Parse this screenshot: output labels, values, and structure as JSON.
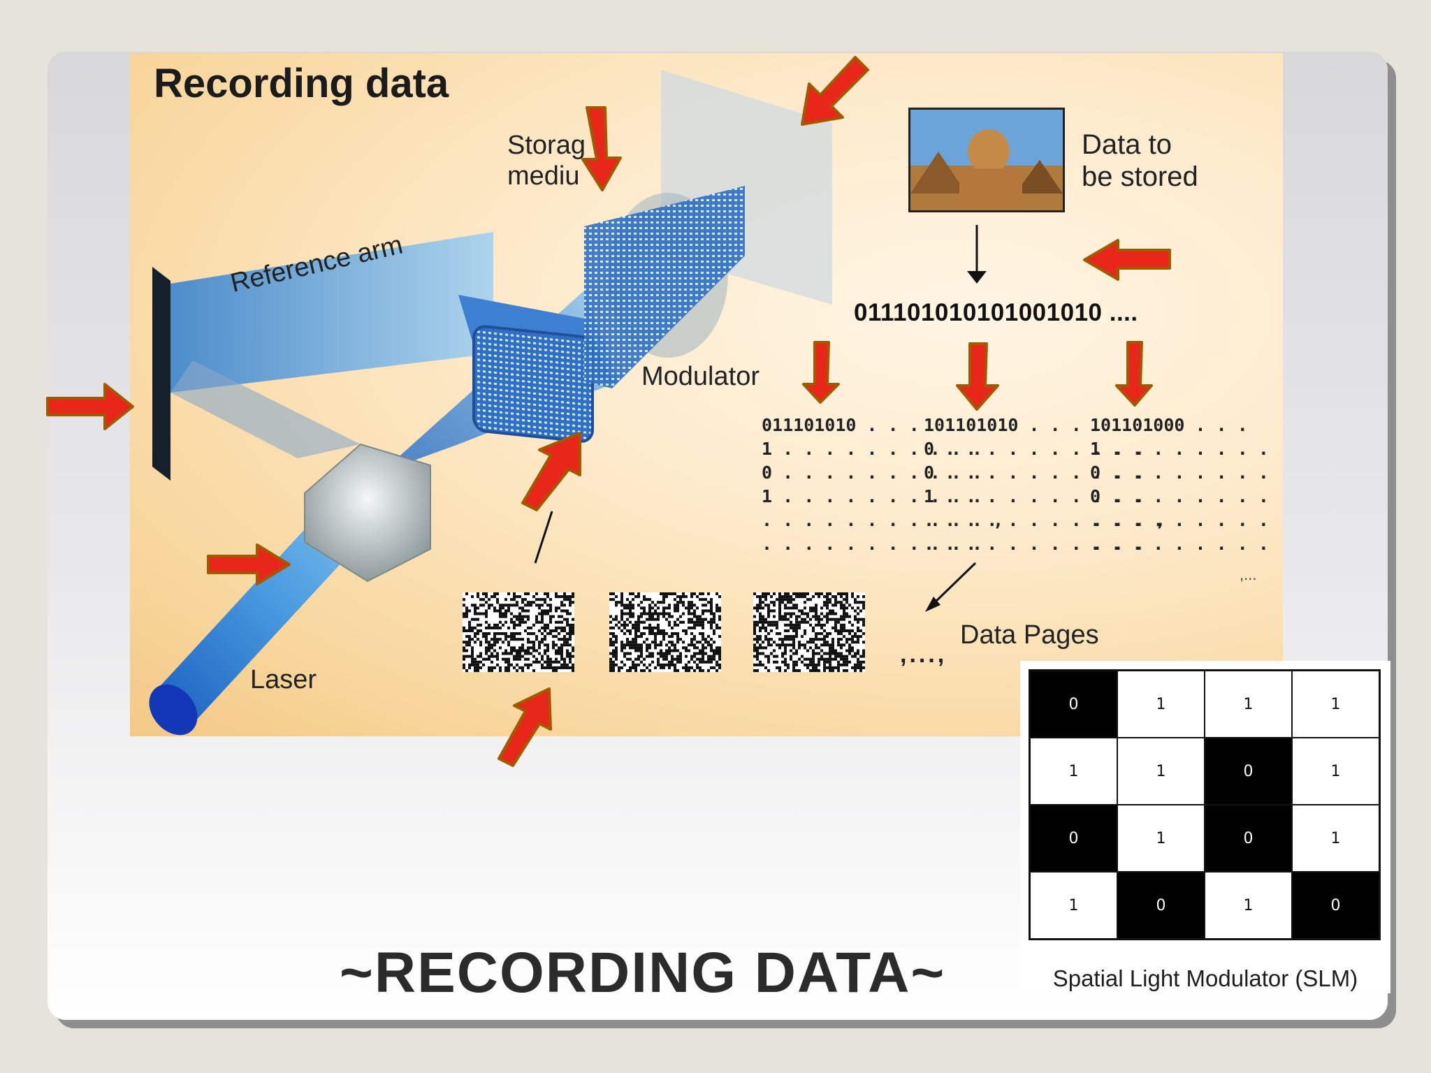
{
  "diagram": {
    "title": "Recording data",
    "storage_label": "Storag\nmediu",
    "reference_arm_label": "Reference arm",
    "modulator_label": "Modulator",
    "laser_label": "Laser",
    "data_to_store_label": "Data to\nbe stored",
    "bit_string": "011101010101001010 ....",
    "page_columns": [
      "011101010 . . .\n1 . . . . . . . . . .\n0 . . . . . . . . . .\n1 . . . . . . . . . .\n. . . . . . . . . . . ,\n. . . . . . . . . . .",
      "101101010 . . .\n0 . . . . . . . . . .\n0 . . . . . . . . . .\n1 . . . . . . . . . .\n. . . . . . . . . . . ,\n. . . . . . . . . . .",
      "101101000 . . .\n1 . . . . . . . . . .\n0 . . . . . . . . . .\n0 . . . . . . . . . .\n. . . . . . . . . . . ,\n. . . . . . . . . . ."
    ],
    "columns_trailer": ",...",
    "data_pages_label": "Data Pages",
    "pages_ellipsis": ",...,"
  },
  "heading": "~RECORDING DATA~",
  "slm": {
    "caption": "Spatial Light Modulator (SLM)",
    "grid": [
      [
        "0",
        "1",
        "1",
        "1"
      ],
      [
        "1",
        "1",
        "0",
        "1"
      ],
      [
        "0",
        "1",
        "0",
        "1"
      ],
      [
        "1",
        "0",
        "1",
        "0"
      ]
    ]
  },
  "colors": {
    "beam": "#3f8fd8",
    "arrow_fill": "#e8261a",
    "arrow_stroke": "#a05a00",
    "diagram_bg": "#f8d79e"
  }
}
